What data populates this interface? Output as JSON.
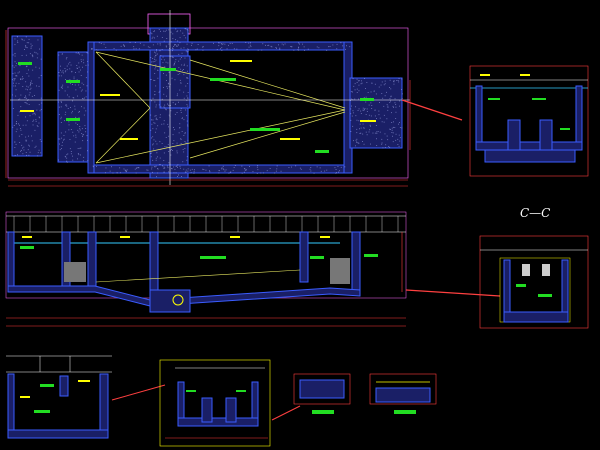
{
  "drawing": {
    "section_label": "C—C"
  },
  "colors": {
    "background": "#000000",
    "wall_outline": "#3a5cff",
    "wall_fill_speckle": "#b8c0ff",
    "dimension_lines": "#ff3b3b",
    "annotation_text": "#ffff00",
    "label_tags": "#22dd22",
    "water_line": "#33ccff",
    "guide_lines": "#ffffff",
    "slope_lines": "#e8e860",
    "frame_lines": "#ff66ff",
    "leader_lines": "#ff4040"
  },
  "views": [
    {
      "id": "plan",
      "kind": "top-view"
    },
    {
      "id": "section-right-top",
      "kind": "section"
    },
    {
      "id": "longitudinal-section",
      "kind": "section"
    },
    {
      "id": "section-c-c",
      "kind": "section"
    },
    {
      "id": "detail-left",
      "kind": "section"
    },
    {
      "id": "detail-mid",
      "kind": "section"
    },
    {
      "id": "detail-small-1",
      "kind": "detail"
    },
    {
      "id": "detail-small-2",
      "kind": "detail"
    }
  ]
}
